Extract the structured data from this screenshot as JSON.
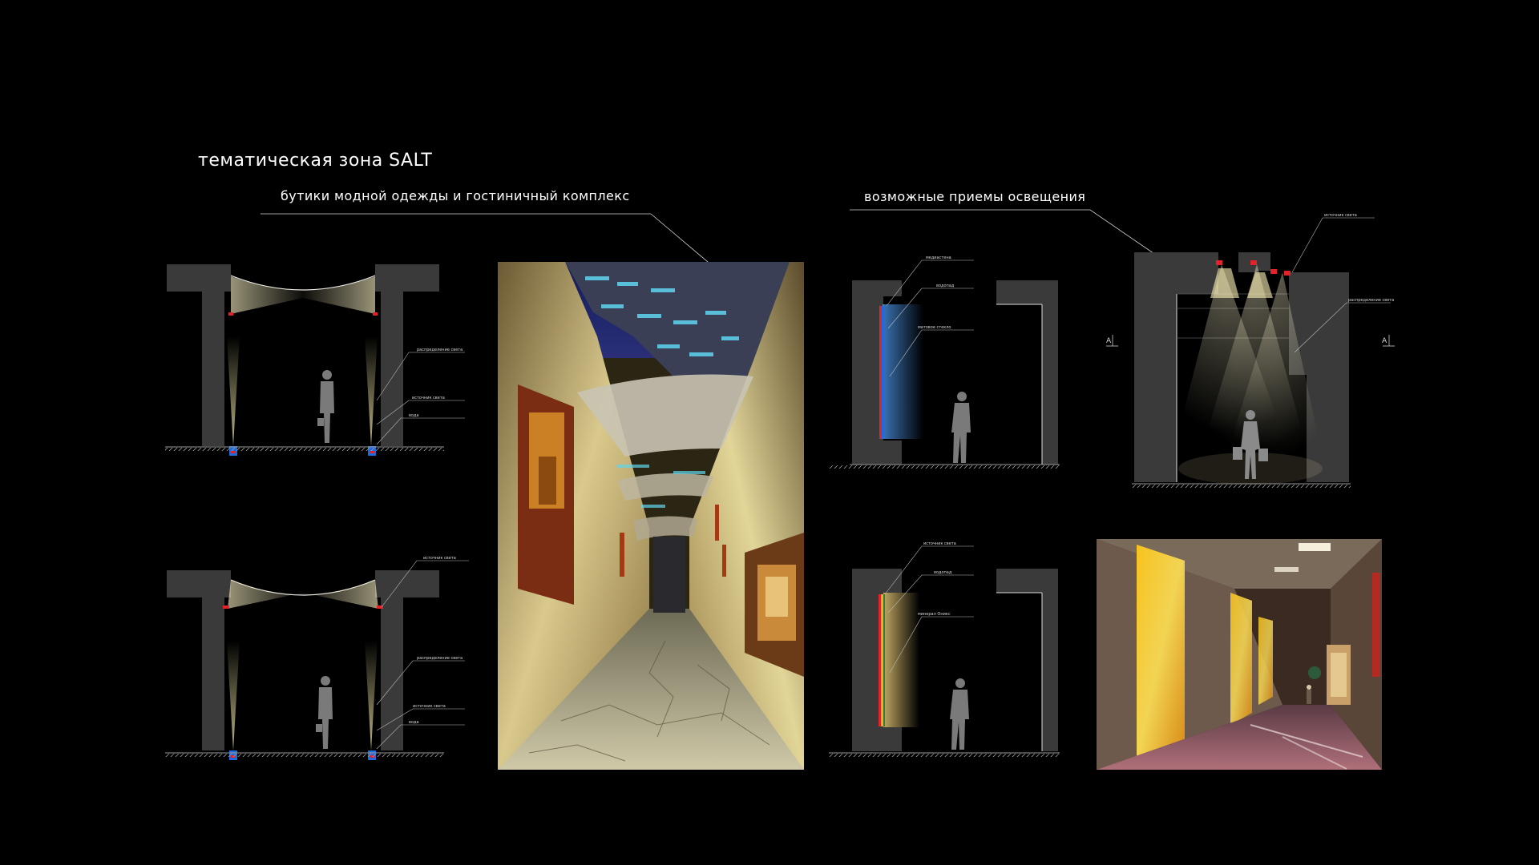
{
  "title": "тематическая зона SALT",
  "subtitle_left": "бутики модной одежды и гостиничный комплекс",
  "subtitle_right": "возможные приемы освещения",
  "section_marker": "A",
  "diagrams": {
    "top_left": {
      "labels": [
        "распределение света",
        "источник света",
        "вода"
      ]
    },
    "bottom_left": {
      "labels": [
        "источник света",
        "распределение света",
        "источник света",
        "вода"
      ]
    },
    "top_mid": {
      "labels": [
        "медиастена",
        "водопад",
        "матовое стекло"
      ]
    },
    "bottom_mid": {
      "labels": [
        "источник света",
        "водопад",
        "минерал Оникс"
      ]
    },
    "right_section": {
      "labels": [
        "источник света",
        "распределение света"
      ]
    }
  },
  "colors": {
    "background": "#000000",
    "wall": "#3a3a3a",
    "light_source": "#e3232a",
    "water": "#1e6be0",
    "text": "#ffffff"
  }
}
